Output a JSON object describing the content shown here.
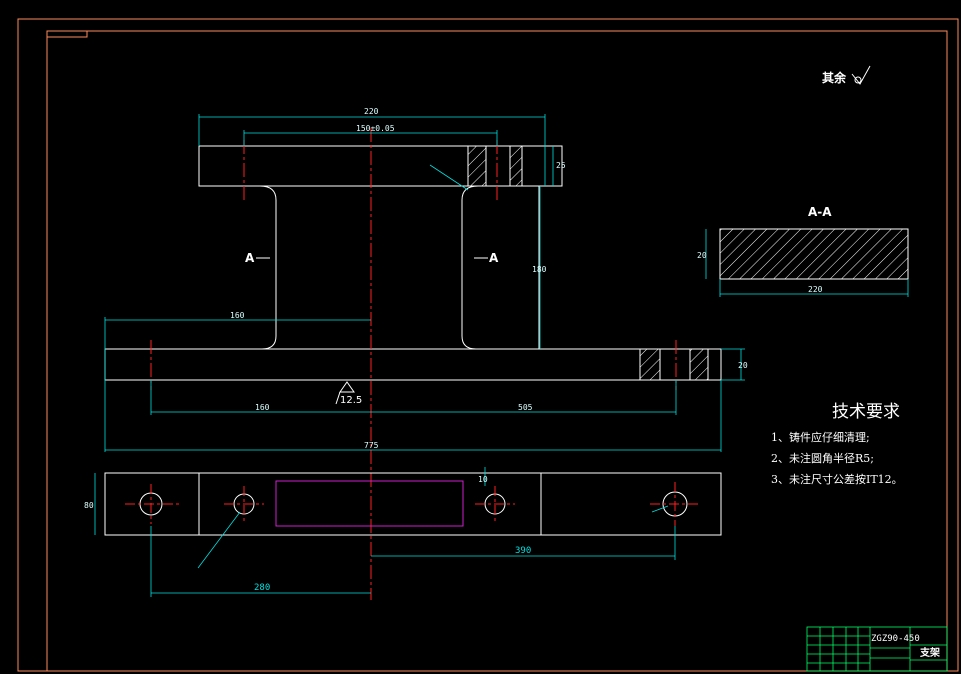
{
  "drawing": {
    "roughness_note": "其余",
    "section_label": "A-A",
    "section_marker_left": "A",
    "section_marker_right": "A",
    "roughness_value": "12.5"
  },
  "dimensions": {
    "top_width": "220",
    "hole_spacing": "150±0.05",
    "top_thickness": "25",
    "height": "180",
    "left_offset": "160",
    "total_length": "775",
    "base_thickness": "20",
    "span_left": "160",
    "span_right": "505",
    "plan_width": "80",
    "plan_small": "10",
    "plan_390": "390",
    "plan_280": "280",
    "section_height": "20",
    "section_width": "220"
  },
  "requirements": {
    "title": "技术要求",
    "items": [
      "1、铸件应仔细清理;",
      "2、未注圆角半径R5;",
      "3、未注尺寸公差按IT12。"
    ]
  },
  "title_block": {
    "drawing_number": "ZGZ90-450",
    "part_name": "支架"
  },
  "colors": {
    "outline": "#ffffff",
    "dimension": "#00e0e0",
    "centerline": "#ff2020",
    "frame": "#ff8a5a",
    "highlight": "#d020d0",
    "titleblock": "#00ff66"
  }
}
